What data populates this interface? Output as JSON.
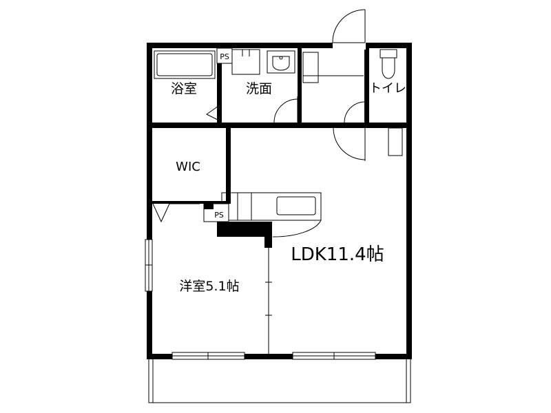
{
  "rooms": {
    "bath": "浴室",
    "washroom": "洗面",
    "toilet": "トイレ",
    "wic": "WIC",
    "western_room": "洋室5.1帖",
    "ldk": "LDK11.4帖"
  },
  "fixtures": {
    "ps_upper": "PS",
    "ps_lower": "PS"
  }
}
